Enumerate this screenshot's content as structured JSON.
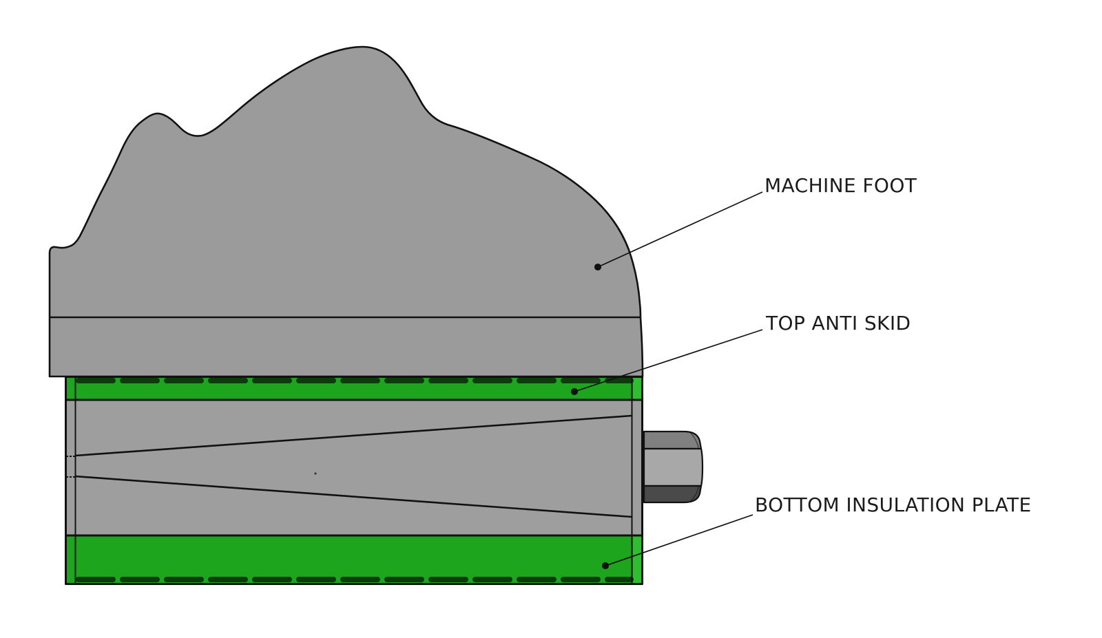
{
  "diagram": {
    "type": "technical-illustration",
    "subject": "machine mount cross-section with callouts",
    "background": "#ffffff"
  },
  "labels": {
    "machine_foot": {
      "text": "MACHINE FOOT"
    },
    "top_anti_skid": {
      "text": "TOP ANTI SKID"
    },
    "bottom_insulation_plate": {
      "text": "BOTTOM INSULATION PLATE"
    }
  },
  "colors": {
    "foot_gray": "#9b9b9b",
    "plate_gray": "#9e9e9e",
    "side_green": "#2fbe2f",
    "green": "#1da51d",
    "dark_green_dash": "#0d3b0d",
    "outline": "#111111",
    "bolt_top_facet": "#808080",
    "bolt_mid_facet": "#a8a8a8",
    "bolt_bottom_facet": "#4a4a4a",
    "label_text": "#1b1b1b"
  }
}
